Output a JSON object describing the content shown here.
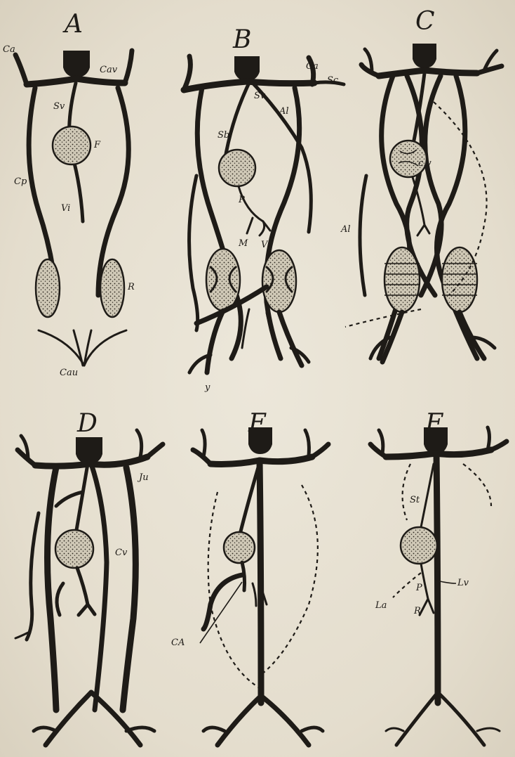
{
  "panels": {
    "A": {
      "letter": "A",
      "labels": {
        "ca": "Ca",
        "cav": "Cav",
        "sv": "Sv",
        "f": "F",
        "cp": "Cp",
        "vi": "Vi",
        "r": "R",
        "cau": "Cau"
      }
    },
    "B": {
      "letter": "B",
      "labels": {
        "ca": "Ca",
        "sc": "Sc",
        "sv": "Sv",
        "al": "Al",
        "sb": "Sb",
        "p": "P",
        "m": "M",
        "vi": "Vi",
        "y": "y"
      }
    },
    "C": {
      "letter": "C",
      "labels": {
        "cv": "c.v",
        "al": "Al"
      }
    },
    "D": {
      "letter": "D",
      "labels": {
        "ju": "Ju",
        "cv": "Cv"
      }
    },
    "E": {
      "letter": "E",
      "labels": {
        "ca": "CA"
      }
    },
    "F": {
      "letter": "F",
      "labels": {
        "st": "St",
        "p": "P",
        "lv": "Lv",
        "la": "La",
        "r": "R"
      }
    }
  }
}
